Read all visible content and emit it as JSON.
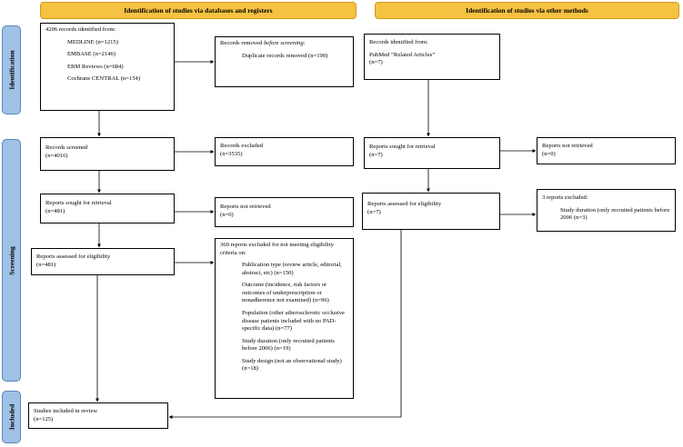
{
  "headers": {
    "databases": "Identification of studies via databases and registers",
    "other": "Identification of studies via other methods"
  },
  "phases": {
    "identification": "Identification",
    "screening": "Screening",
    "included": "Included"
  },
  "left": {
    "identified": {
      "title": "4206 records identified from:",
      "sources": [
        "MEDLINE (n=1215)",
        "EMBASE (n=2146)",
        "EBM Reviews (n=684)",
        "Cochrane CENTRAL (n=154)"
      ]
    },
    "removed": {
      "title_pre": "Records removed ",
      "title_em": "before screening",
      "title_post": ":",
      "detail": "Duplicate records removed (n=190)"
    },
    "screened": {
      "label": "Records screened",
      "count": "(n=4016)"
    },
    "excluded": {
      "label": "Records excluded",
      "count": "(n=3535)"
    },
    "sought": {
      "label": "Reports sought for retrieval",
      "count": "(n=481)"
    },
    "not_retrieved": {
      "label": "Reports not retrieved",
      "count": "(n=0)"
    },
    "assessed": {
      "label": "Reports assessed for eligibility",
      "count": "(n=481)"
    },
    "excluded_reports": {
      "title": "360 reports excluded for not meeting eligibility criteria on:",
      "reasons": [
        "Publication type (review article, editorial, abstract, etc) (n=150)",
        "Outcome (incidence, risk factors or outcomes of underprescription or nonadherence not examined) (n=96)",
        "Population (other atherosclerotic occlusive disease patients included with no PAD-specific data) (n=77)",
        "Study duration (only recruited patients before 2006) (n=19)",
        "Study design (not an observational study) (n=18)"
      ]
    },
    "included": {
      "label": "Studies included in review",
      "count": "(n=125)"
    }
  },
  "right": {
    "identified": {
      "label": "Records identified from:",
      "source": "PubMed “Related Articles”",
      "count": "(n=7)"
    },
    "sought": {
      "label": "Reports sought for retrieval",
      "count": "(n=7)"
    },
    "not_retrieved": {
      "label": "Reports not retrieved",
      "count": "(n=0)"
    },
    "assessed": {
      "label": "Reports assessed for eligibility",
      "count": "(n=7)"
    },
    "excluded": {
      "title": "3 reports excluded:",
      "detail": "Study duration (only recruited patients before 2006 (n=3)"
    }
  }
}
